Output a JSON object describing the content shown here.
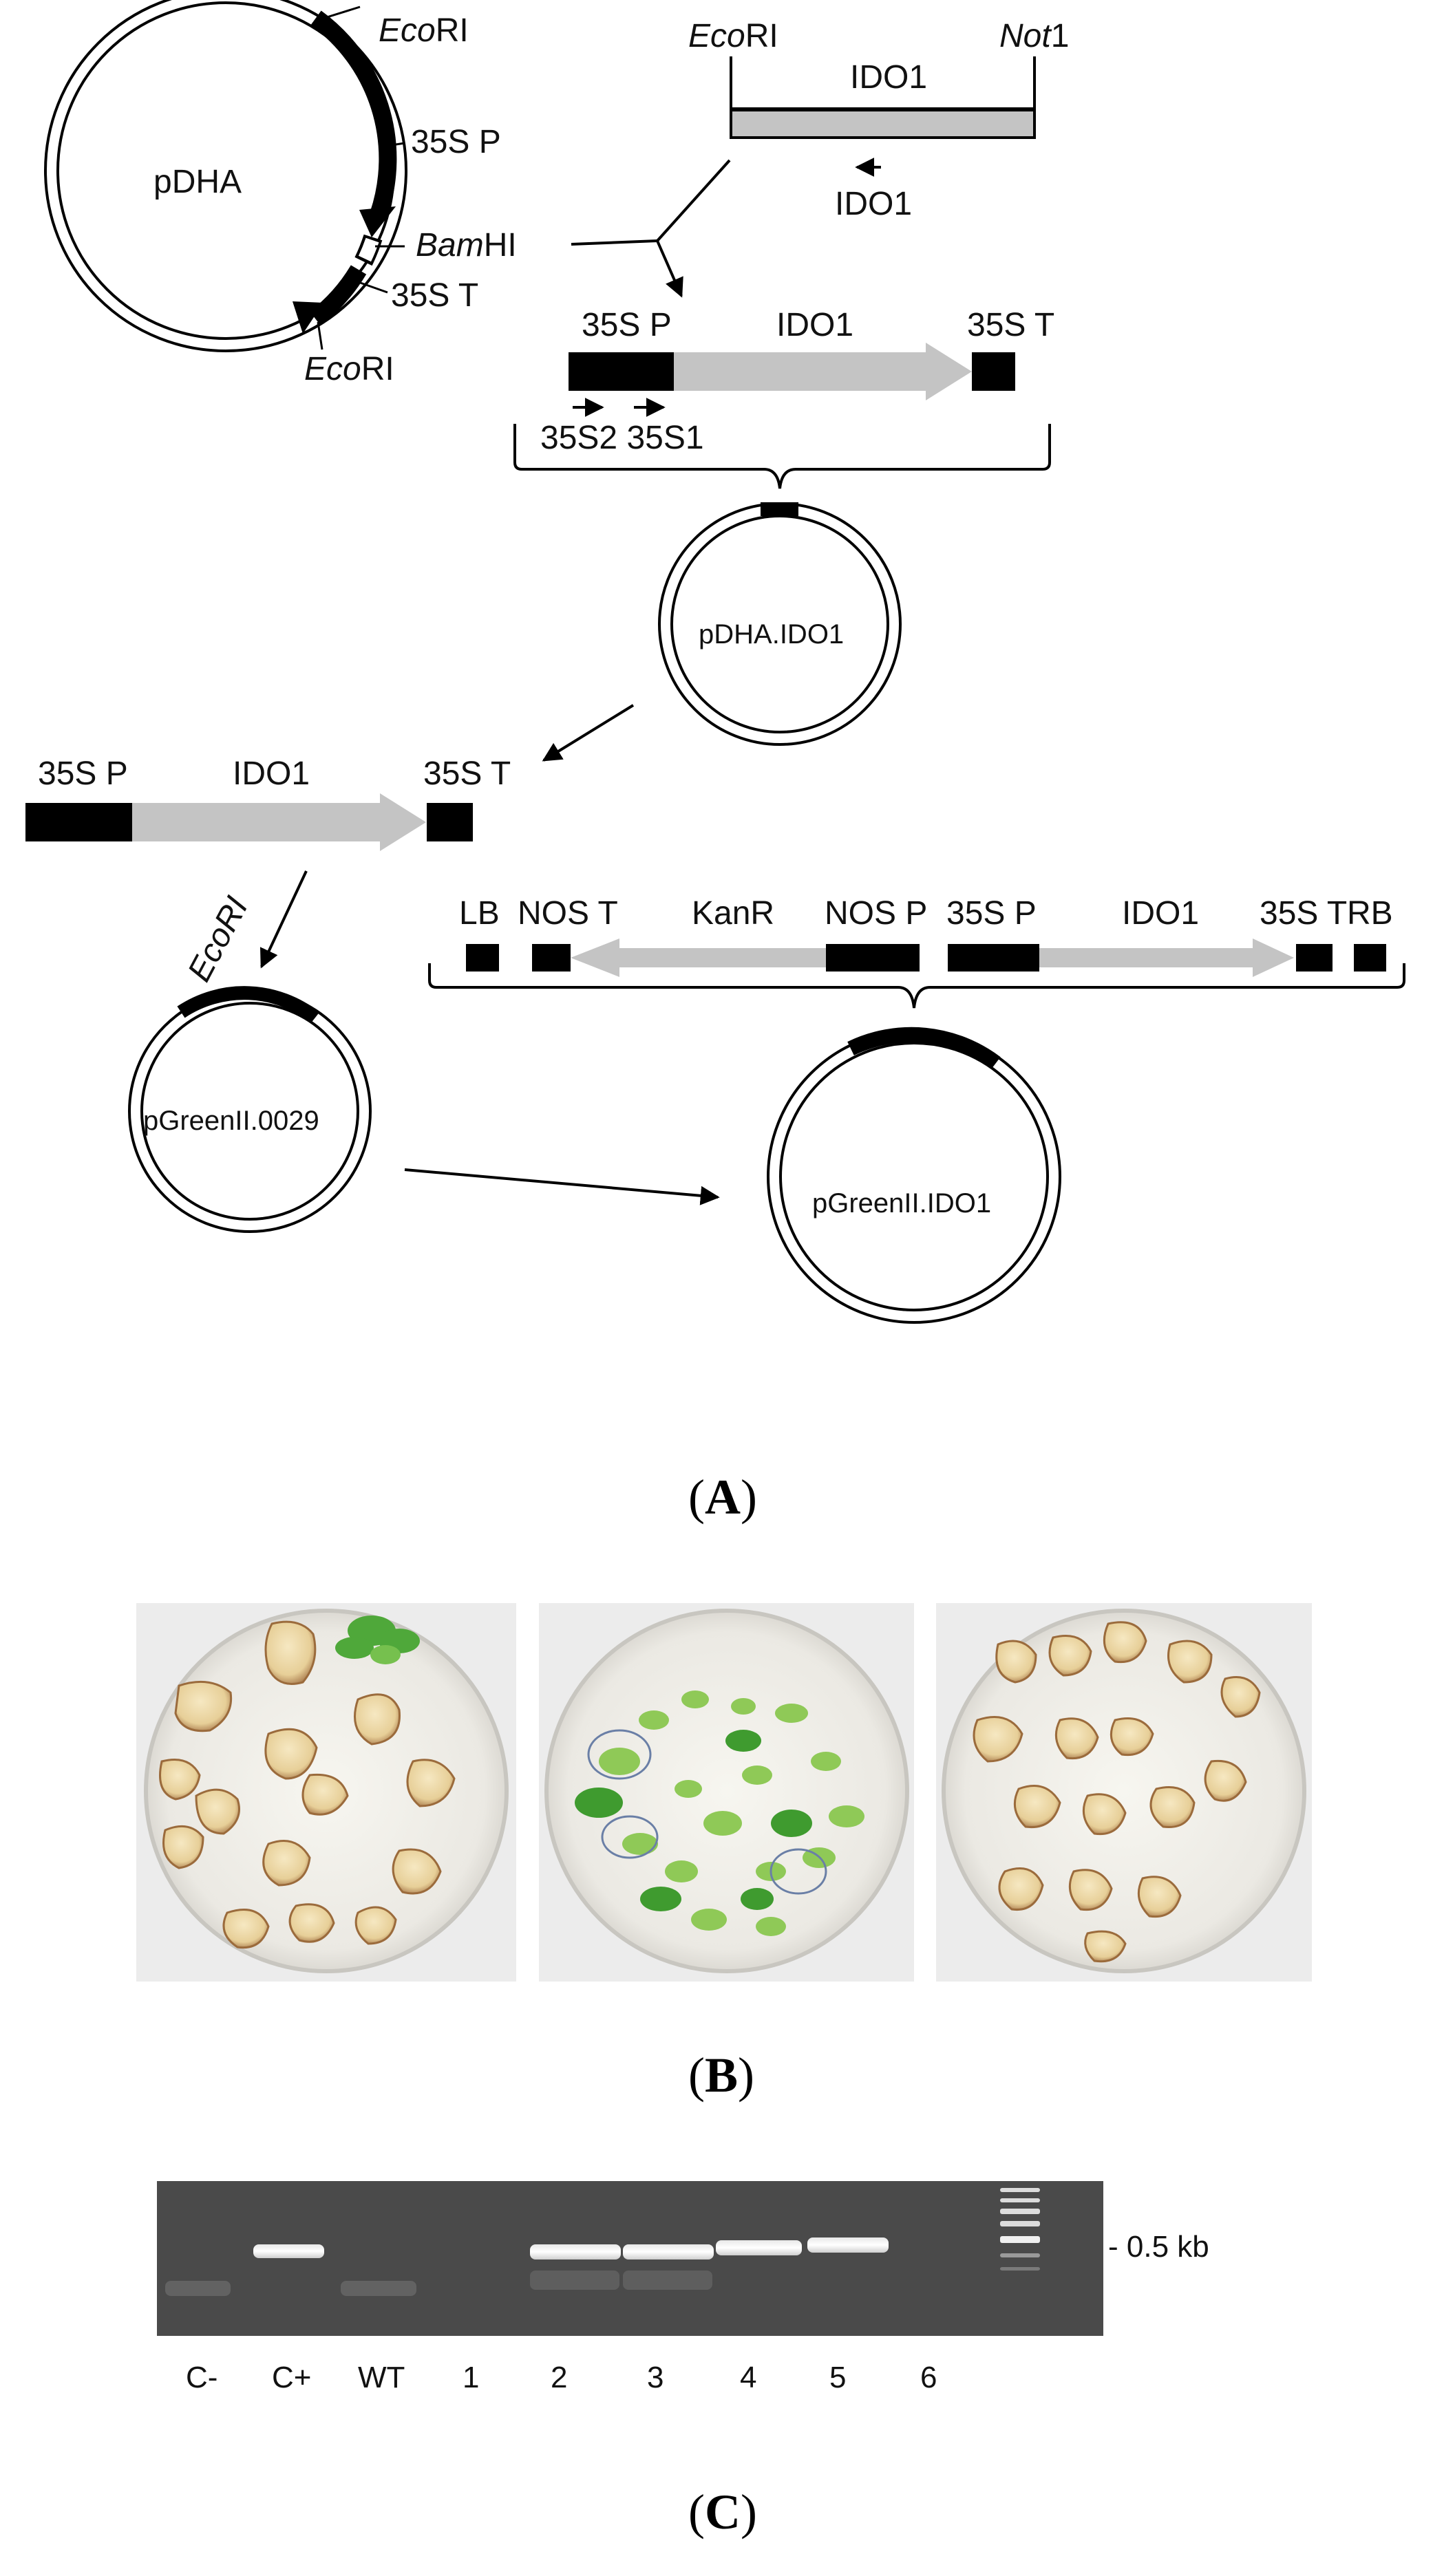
{
  "panel_a": {
    "label_letter": "A",
    "pdha": {
      "plasmid_name": "pDHA",
      "ecori_top": {
        "italic": "Eco",
        "rest": "RI"
      },
      "promoter": "35S P",
      "bamhi": {
        "italic": "Bam",
        "rest": "HI"
      },
      "terminator": "35S T",
      "ecori_bottom": {
        "italic": "Eco",
        "rest": "RI"
      }
    },
    "insert": {
      "left_site": {
        "italic": "Eco",
        "rest": "RI"
      },
      "right_site": {
        "italic": "Not",
        "rest": "1"
      },
      "gene": "IDO1",
      "primer": "IDO1"
    },
    "cassette1": {
      "promoter": "35S P",
      "gene": "IDO1",
      "terminator": "35S T",
      "primers": "35S2 35S1"
    },
    "pdha_ido1": "pDHA.IDO1",
    "cassette2": {
      "promoter": "35S P",
      "gene": "IDO1",
      "terminator": "35S T"
    },
    "ecori_italic": "EcoRI",
    "pgreen": "pGreenII.0029",
    "tdna": {
      "lb": "LB",
      "nos_t": "NOS T",
      "kanr": "KanR",
      "nos_p": "NOS P",
      "p35s": "35S P",
      "gene": "IDO1",
      "t35s": "35S T",
      "rb": "RB"
    },
    "pgreen_ido1": "pGreenII.IDO1"
  },
  "panel_b": {
    "label_letter": "B",
    "plates": [
      "plate-1",
      "plate-2",
      "plate-3"
    ]
  },
  "panel_c": {
    "label_letter": "C",
    "lanes": [
      "C-",
      "C+",
      "WT",
      "1",
      "2",
      "3",
      "4",
      "5",
      "6"
    ],
    "marker": "- 0.5 kb"
  },
  "colors": {
    "black": "#000000",
    "gray_arrow": "#bdbdbd",
    "gel_bg": "#4a4a4a",
    "plate_bg": "#f2f2f2"
  }
}
